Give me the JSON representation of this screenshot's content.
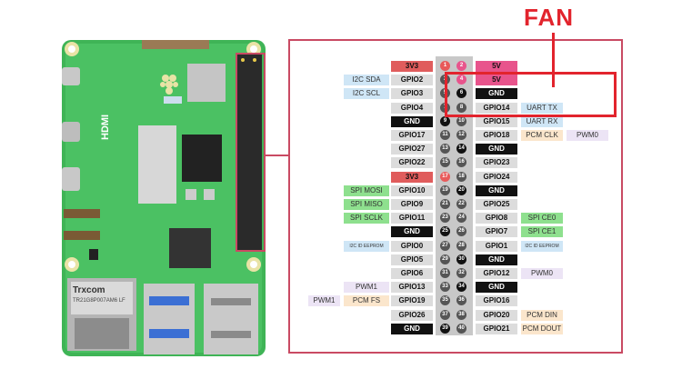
{
  "annotation": {
    "fan_label": "FAN"
  },
  "board": {
    "network_chip": "Trxcom",
    "network_chip_sub": "TR21G8P007AM6 LF",
    "hdmi_label": "HDMI"
  },
  "colors": {
    "power_3v3": "#e05c5c",
    "power_5v": "#e8548c",
    "ground": "#111111",
    "gpio": "#dcdcdc",
    "spi": "#8ee08e",
    "i2c": "#cfe6f6",
    "uart": "#cfe6f6",
    "pcm": "#fbe6cc",
    "pwm": "#ece4f5",
    "accent_red": "#e2242d"
  },
  "pins": [
    {
      "n": 1,
      "left_alt2": "",
      "left_alt": "",
      "name": "3V3",
      "type": "3v3"
    },
    {
      "n": 2,
      "name": "5V",
      "type": "5v",
      "alt": "",
      "alt2": ""
    },
    {
      "n": 3,
      "left_alt2": "",
      "left_alt": "I2C SDA",
      "name": "GPIO2",
      "type": "gpio"
    },
    {
      "n": 4,
      "name": "5V",
      "type": "5v",
      "alt": "",
      "alt2": ""
    },
    {
      "n": 5,
      "left_alt2": "",
      "left_alt": "I2C SCL",
      "name": "GPIO3",
      "type": "gpio"
    },
    {
      "n": 6,
      "name": "GND",
      "type": "gnd",
      "alt": "",
      "alt2": ""
    },
    {
      "n": 7,
      "left_alt2": "",
      "left_alt": "",
      "name": "GPIO4",
      "type": "gpio"
    },
    {
      "n": 8,
      "name": "GPIO14",
      "type": "gpio",
      "alt": "UART TX",
      "alt2": ""
    },
    {
      "n": 9,
      "left_alt2": "",
      "left_alt": "",
      "name": "GND",
      "type": "gnd"
    },
    {
      "n": 10,
      "name": "GPIO15",
      "type": "gpio",
      "alt": "UART RX",
      "alt2": ""
    },
    {
      "n": 11,
      "left_alt2": "",
      "left_alt": "",
      "name": "GPIO17",
      "type": "gpio"
    },
    {
      "n": 12,
      "name": "GPIO18",
      "type": "gpio",
      "alt": "PCM CLK",
      "alt2": "PWM0"
    },
    {
      "n": 13,
      "left_alt2": "",
      "left_alt": "",
      "name": "GPIO27",
      "type": "gpio"
    },
    {
      "n": 14,
      "name": "GND",
      "type": "gnd",
      "alt": "",
      "alt2": ""
    },
    {
      "n": 15,
      "left_alt2": "",
      "left_alt": "",
      "name": "GPIO22",
      "type": "gpio"
    },
    {
      "n": 16,
      "name": "GPIO23",
      "type": "gpio",
      "alt": "",
      "alt2": ""
    },
    {
      "n": 17,
      "left_alt2": "",
      "left_alt": "",
      "name": "3V3",
      "type": "3v3"
    },
    {
      "n": 18,
      "name": "GPIO24",
      "type": "gpio",
      "alt": "",
      "alt2": ""
    },
    {
      "n": 19,
      "left_alt2": "",
      "left_alt": "SPI MOSI",
      "name": "GPIO10",
      "type": "gpio"
    },
    {
      "n": 20,
      "name": "GND",
      "type": "gnd",
      "alt": "",
      "alt2": ""
    },
    {
      "n": 21,
      "left_alt2": "",
      "left_alt": "SPI MISO",
      "name": "GPIO9",
      "type": "gpio"
    },
    {
      "n": 22,
      "name": "GPIO25",
      "type": "gpio",
      "alt": "",
      "alt2": ""
    },
    {
      "n": 23,
      "left_alt2": "",
      "left_alt": "SPI SCLK",
      "name": "GPIO11",
      "type": "gpio"
    },
    {
      "n": 24,
      "name": "GPIO8",
      "type": "gpio",
      "alt": "SPI CE0",
      "alt2": ""
    },
    {
      "n": 25,
      "left_alt2": "",
      "left_alt": "",
      "name": "GND",
      "type": "gnd"
    },
    {
      "n": 26,
      "name": "GPIO7",
      "type": "gpio",
      "alt": "SPI CE1",
      "alt2": ""
    },
    {
      "n": 27,
      "left_alt2": "",
      "left_alt": "I2C ID EEPROM",
      "name": "GPIO0",
      "type": "gpio"
    },
    {
      "n": 28,
      "name": "GPIO1",
      "type": "gpio",
      "alt": "I2C ID EEPROM",
      "alt2": ""
    },
    {
      "n": 29,
      "left_alt2": "",
      "left_alt": "",
      "name": "GPIO5",
      "type": "gpio"
    },
    {
      "n": 30,
      "name": "GND",
      "type": "gnd",
      "alt": "",
      "alt2": ""
    },
    {
      "n": 31,
      "left_alt2": "",
      "left_alt": "",
      "name": "GPIO6",
      "type": "gpio"
    },
    {
      "n": 32,
      "name": "GPIO12",
      "type": "gpio",
      "alt": "PWM0",
      "alt2": ""
    },
    {
      "n": 33,
      "left_alt2": "",
      "left_alt": "PWM1",
      "name": "GPIO13",
      "type": "gpio"
    },
    {
      "n": 34,
      "name": "GND",
      "type": "gnd",
      "alt": "",
      "alt2": ""
    },
    {
      "n": 35,
      "left_alt2": "PWM1",
      "left_alt": "PCM FS",
      "name": "GPIO19",
      "type": "gpio"
    },
    {
      "n": 36,
      "name": "GPIO16",
      "type": "gpio",
      "alt": "",
      "alt2": ""
    },
    {
      "n": 37,
      "left_alt2": "",
      "left_alt": "",
      "name": "GPIO26",
      "type": "gpio"
    },
    {
      "n": 38,
      "name": "GPIO20",
      "type": "gpio",
      "alt": "PCM DIN",
      "alt2": ""
    },
    {
      "n": 39,
      "left_alt2": "",
      "left_alt": "",
      "name": "GND",
      "type": "gnd"
    },
    {
      "n": 40,
      "name": "GPIO21",
      "type": "gpio",
      "alt": "PCM DOUT",
      "alt2": ""
    }
  ]
}
